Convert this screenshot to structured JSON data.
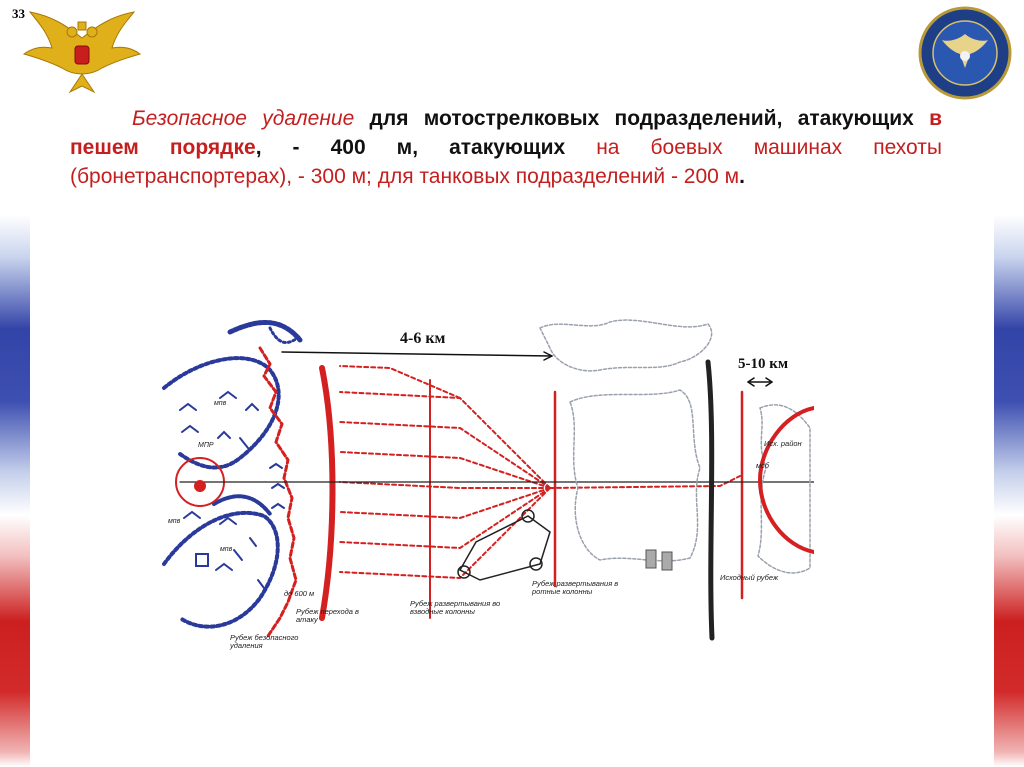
{
  "slide": {
    "page_number": "33"
  },
  "text": {
    "p1": "Безопасное удаление",
    "p2": "для мотострелковых подразделений, атакующих",
    "p3": "в пешем порядке",
    "p4": ", - 400 м, атакующих",
    "p5": "на боевых машинах пехоты (бронетранспортерах), - 300 м;",
    "p6": "для танковых подразделений - 200 м",
    "p7": "."
  },
  "diagram": {
    "distance_1": "4-6 км",
    "distance_2": "5-10 км",
    "labels": {
      "area": "Исх. район",
      "mob": "мсб",
      "mpp1": "мпв",
      "mpp2": "МПР",
      "mpp3": "мпв",
      "mpp4": "мпв",
      "do600": "до 600 м",
      "transition": "Рубеж перехода в атаку",
      "safe": "Рубеж безопасного удаления",
      "deploy_battalion": "Рубеж развертывания во взводные колонны",
      "deploy_company": "Рубеж развертывания в ротные колонны",
      "start_line": "Исходный рубеж"
    }
  },
  "colors": {
    "accent_red": "#d42020",
    "blue": "#2a3a9a"
  }
}
